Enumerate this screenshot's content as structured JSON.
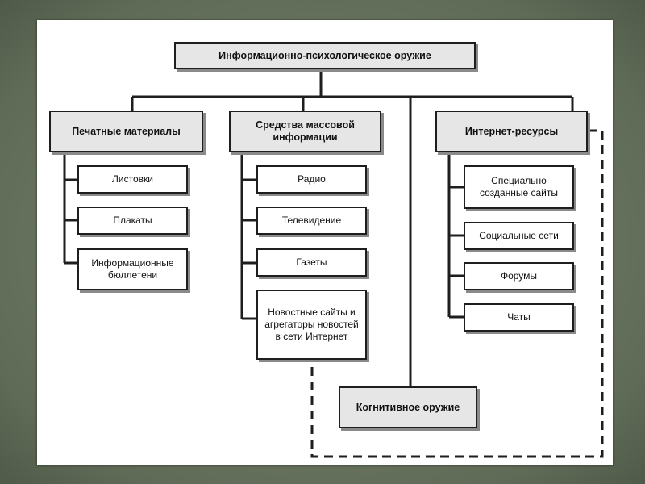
{
  "diagram": {
    "root": "Информационно-психологическое оружие",
    "categories": [
      {
        "title": "Печатные материалы",
        "items": [
          "Листовки",
          "Плакаты",
          "Информационные бюллетени"
        ]
      },
      {
        "title": "Средства массовой информации",
        "items": [
          "Радио",
          "Телевидение",
          "Газеты",
          "Новостные сайты и агрегаторы новостей в сети Интернет"
        ]
      },
      {
        "title": "Интернет-ресурсы",
        "items": [
          "Специально созданные сайты",
          "Социальные сети",
          "Форумы",
          "Чаты"
        ]
      }
    ],
    "cognitive": "Когнитивное оружие"
  },
  "colors": {
    "frame": "#6f7a66",
    "slide": "#ffffff",
    "header_box": "#e6e6e6",
    "line": "#1e1e1e"
  }
}
